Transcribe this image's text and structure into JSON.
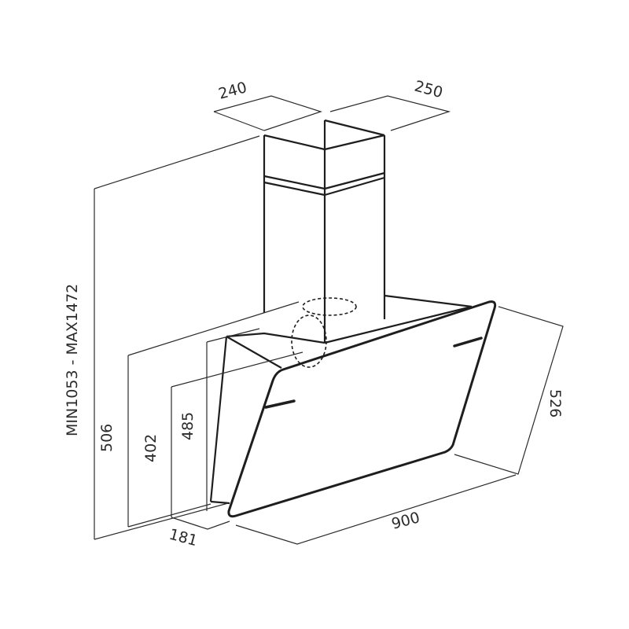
{
  "dimensions": {
    "chimney_width": "240",
    "chimney_depth": "250",
    "total_height": "MIN1053 - MAX1472",
    "height_506": "506",
    "height_402": "402",
    "height_485": "485",
    "depth_181": "181",
    "width_900": "900",
    "glass_526": "526"
  },
  "colors": {
    "line": "#1e1e1e",
    "background": "#ffffff"
  }
}
